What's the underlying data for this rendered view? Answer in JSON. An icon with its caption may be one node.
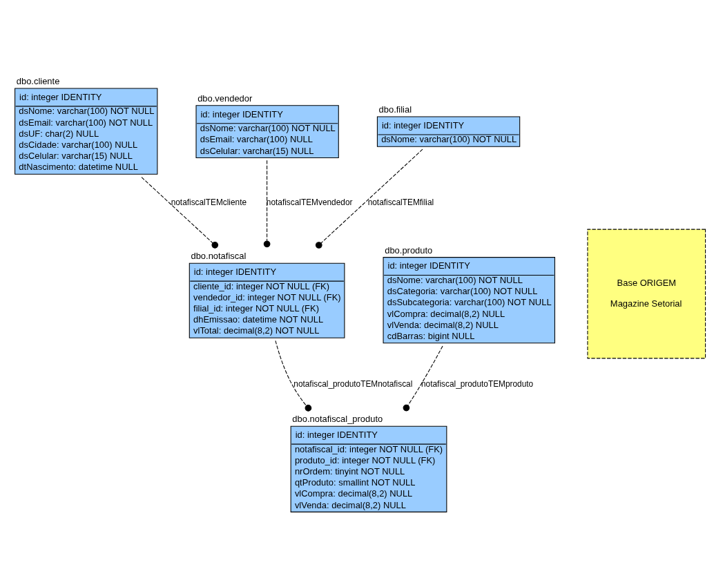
{
  "diagram": {
    "nodes": [
      {
        "text": [
          "dbo.cliente",
          "id: integer IDENTITY",
          "dsNome: varchar(100) NOT NULL",
          "dsEmail: varchar(100) NOT NULL",
          "dsUF: char(2) NULL",
          "dsCidade: varchar(100) NULL",
          "dsCelular: varchar(15) NULL",
          "dtNascimento: datetime NULL"
        ]
      },
      {
        "text": [
          "dbo.vendedor",
          "id: integer IDENTITY",
          "dsNome: varchar(100) NOT NULL",
          "dsEmail: varchar(100) NULL",
          "dsCelular: varchar(15) NULL"
        ]
      },
      {
        "text": [
          "dbo.filial",
          "id: integer IDENTITY",
          "dsNome: varchar(100) NOT NULL"
        ]
      },
      {
        "text": [
          "Base ORIGEM",
          "Magazine Setorial"
        ]
      },
      {
        "text": [
          "dbo.notafiscal",
          "id: integer IDENTITY",
          "cliente_id: integer NOT NULL (FK)",
          "vendedor_id: integer NOT NULL (FK)",
          "filial_id: integer NOT NULL (FK)",
          "dhEmissao: datetime NOT NULL",
          "vlTotal: decimal(8,2) NOT NULL"
        ]
      },
      {
        "text": [
          "dbo.produto",
          "id: integer IDENTITY",
          "dsNome: varchar(100) NOT NULL",
          "dsCategoria: varchar(100) NOT NULL",
          "dsSubcategoria: varchar(100) NOT NULL",
          "vlCompra: decimal(8,2) NULL",
          "vlVenda: decimal(8,2) NULL",
          "cdBarras: bigint NULL"
        ]
      },
      {
        "text": [
          "dbo.notafiscal_produto",
          "id: integer IDENTITY",
          "notafiscal_id: integer NOT NULL (FK)",
          "produto_id: integer NOT NULL (FK)",
          "nrOrdem: tinyint NOT NULL",
          "qtProduto: smallint NOT NULL",
          "vlCompra: decimal(8,2) NULL",
          "vlVenda: decimal(8,2) NULL"
        ]
      }
    ],
    "edges": [
      {
        "from": 0,
        "to": 4,
        "arrow": "other",
        "label": "notafiscalTEMcliente",
        "style": "dashed"
      },
      {
        "from": 1,
        "to": 4,
        "arrow": "other",
        "label": "notafiscalTEMvendedor",
        "style": "dashed"
      },
      {
        "from": 2,
        "to": 4,
        "arrow": "other",
        "label": "notafiscalTEMfilial",
        "style": "dashed"
      },
      {
        "from": 4,
        "to": 6,
        "arrow": "other",
        "label": "notafiscal_produtoTEMnotafiscal",
        "style": "dashed"
      },
      {
        "from": 5,
        "to": 6,
        "arrow": "other",
        "label": "notafiscal_produtoTEMproduto",
        "style": "dashed"
      }
    ]
  }
}
